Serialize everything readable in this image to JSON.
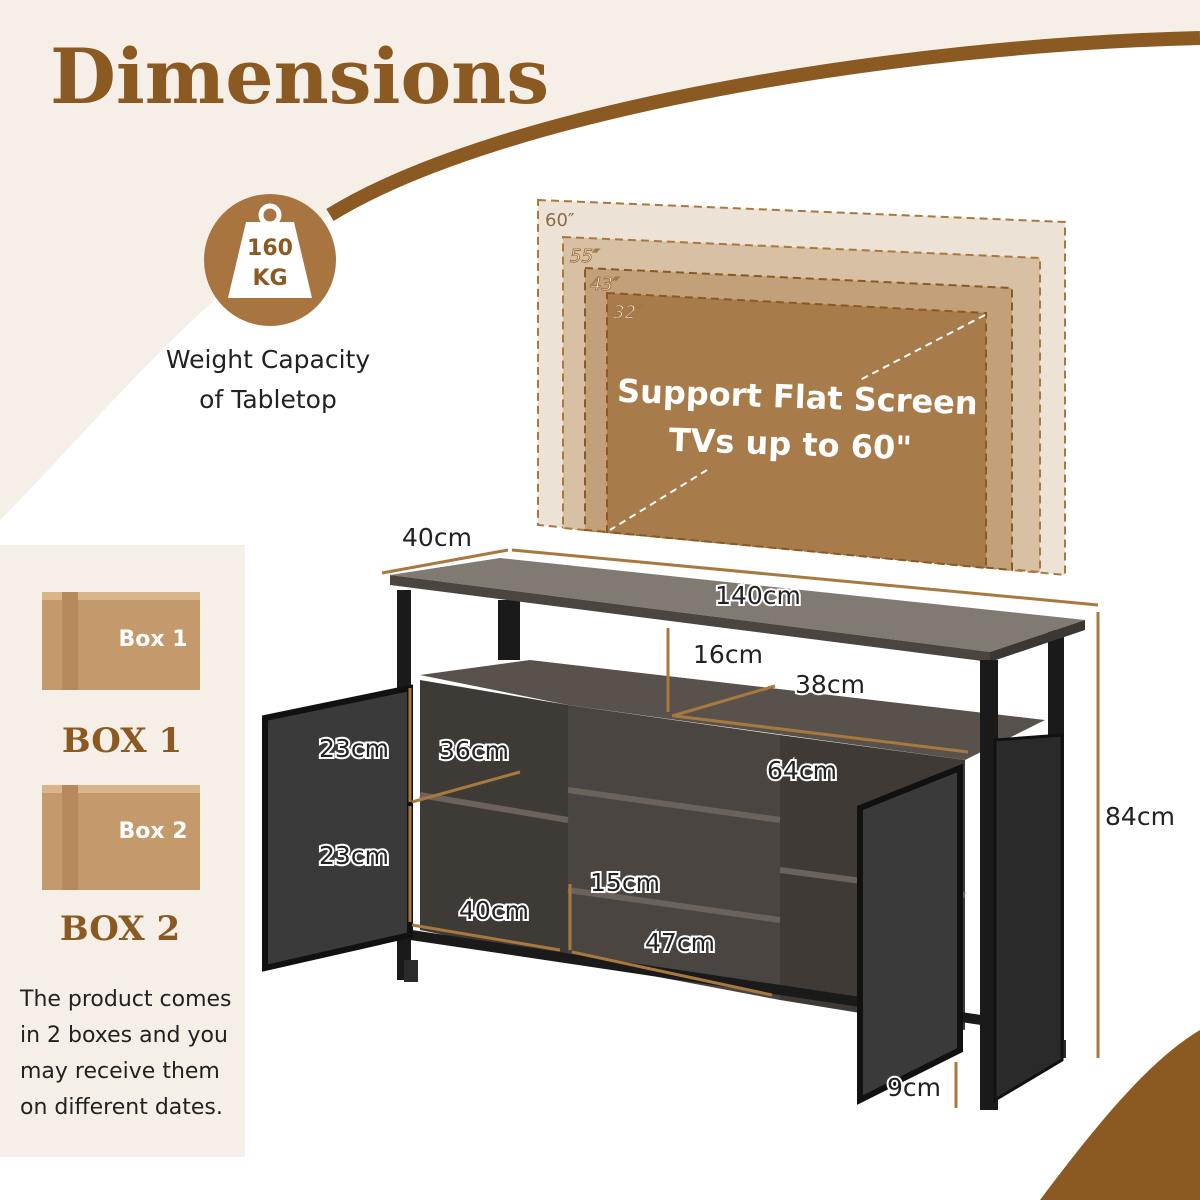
{
  "title": "Dimensions",
  "weight_badge": {
    "value": "160",
    "unit": "KG",
    "caption_line1": "Weight Capacity",
    "caption_line2": "of Tabletop",
    "icon": "weight-icon"
  },
  "tv": {
    "sizes": [
      "60″",
      "55″",
      "43″",
      "32″"
    ],
    "text_line1": "Support Flat Screen",
    "text_line2": "TVs up to 60\""
  },
  "boxes": [
    {
      "sticker": "Box 1",
      "label": "BOX 1"
    },
    {
      "sticker": "Box 2",
      "label": "BOX 2"
    }
  ],
  "note_lines": [
    "The product comes",
    "in 2 boxes and you",
    "may receive them",
    "on different dates."
  ],
  "dimensions": {
    "depth": "40cm",
    "width": "140cm",
    "height": "84cm",
    "open_shelf_height": "16cm",
    "open_shelf_depth": "38cm",
    "left_upper_height": "23cm",
    "left_lower_height": "23cm",
    "left_shelf_depth": "36cm",
    "left_bottom_width": "40cm",
    "center_width": "64cm",
    "wine_height": "15cm",
    "wine_width": "47cm",
    "leg_height": "9cm"
  },
  "colors": {
    "accent": "#8a5a22",
    "tv_inner": "#a87b4b",
    "panel": "#f6efe7",
    "box": "#c49a6c"
  }
}
